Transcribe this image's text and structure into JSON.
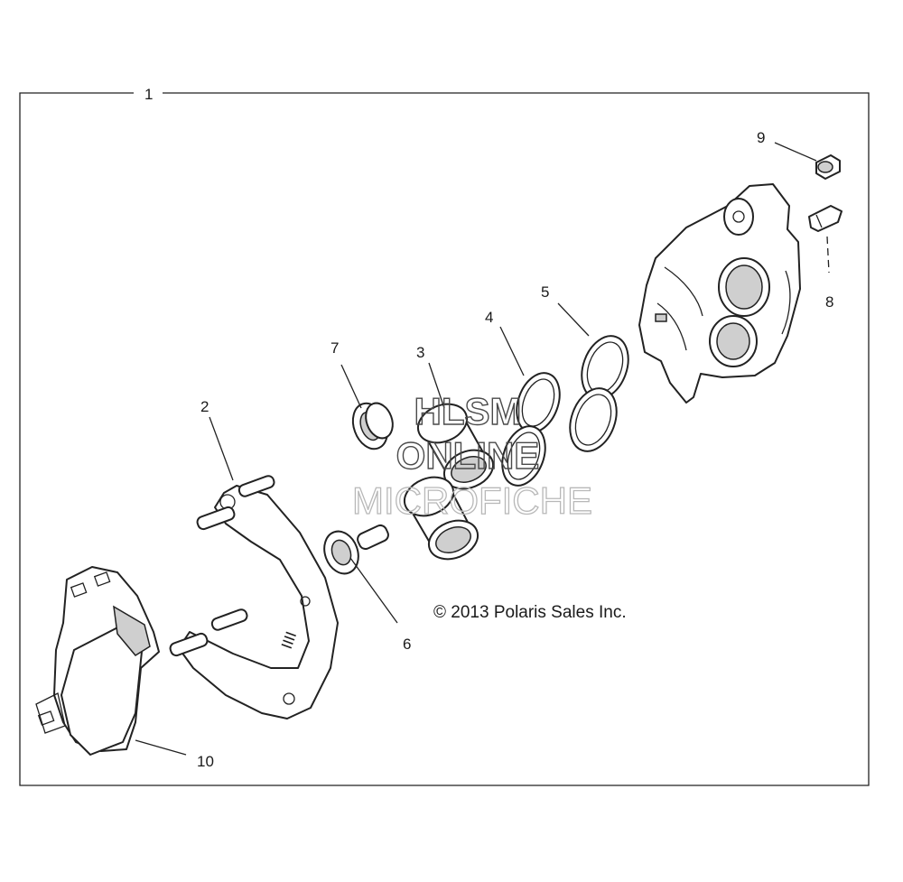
{
  "callouts": {
    "c1": "1",
    "c2": "2",
    "c3": "3",
    "c4": "4",
    "c5": "5",
    "c6": "6",
    "c7": "7",
    "c8": "8",
    "c9": "9",
    "c10": "10"
  },
  "copyright": "© 2013 Polaris Sales Inc.",
  "watermark": {
    "line1": "HLSM",
    "line2": "ONLINE",
    "line3": "MICROFICHE"
  }
}
